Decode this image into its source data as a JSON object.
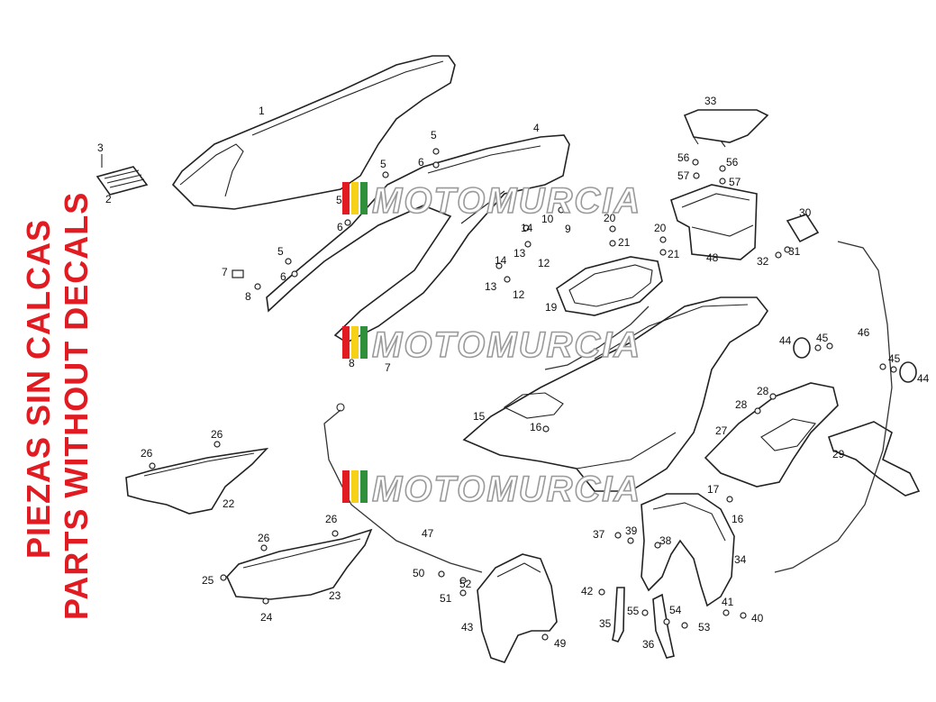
{
  "titles": {
    "line1": "PIEZAS SIN CALCAS",
    "line2": "PARTS WITHOUT DECALS"
  },
  "watermark": {
    "text": "MOTOMURCIA",
    "color": "#9a9a9a",
    "stripes": [
      "#e21b23",
      "#f7d117",
      "#2f8f3a"
    ]
  },
  "accent_color": "#e01b22",
  "callouts": [
    {
      "id": "c1",
      "text": "1"
    },
    {
      "id": "c2",
      "text": "2"
    },
    {
      "id": "c3",
      "text": "3"
    },
    {
      "id": "c4",
      "text": "4"
    },
    {
      "id": "c5a",
      "text": "5"
    },
    {
      "id": "c5b",
      "text": "5"
    },
    {
      "id": "c5c",
      "text": "5"
    },
    {
      "id": "c5d",
      "text": "5"
    },
    {
      "id": "c6a",
      "text": "6"
    },
    {
      "id": "c6b",
      "text": "6"
    },
    {
      "id": "c6c",
      "text": "6"
    },
    {
      "id": "c7a",
      "text": "7"
    },
    {
      "id": "c7b",
      "text": "7"
    },
    {
      "id": "c8a",
      "text": "8"
    },
    {
      "id": "c8b",
      "text": "8"
    },
    {
      "id": "c9",
      "text": "9"
    },
    {
      "id": "c10",
      "text": "10"
    },
    {
      "id": "c12a",
      "text": "12"
    },
    {
      "id": "c12b",
      "text": "12"
    },
    {
      "id": "c13a",
      "text": "13"
    },
    {
      "id": "c13b",
      "text": "13"
    },
    {
      "id": "c14a",
      "text": "14"
    },
    {
      "id": "c14b",
      "text": "14"
    },
    {
      "id": "c15",
      "text": "15"
    },
    {
      "id": "c16a",
      "text": "16"
    },
    {
      "id": "c16b",
      "text": "16"
    },
    {
      "id": "c17",
      "text": "17"
    },
    {
      "id": "c19",
      "text": "19"
    },
    {
      "id": "c20a",
      "text": "20"
    },
    {
      "id": "c20b",
      "text": "20"
    },
    {
      "id": "c21a",
      "text": "21"
    },
    {
      "id": "c21b",
      "text": "21"
    },
    {
      "id": "c22",
      "text": "22"
    },
    {
      "id": "c23",
      "text": "23"
    },
    {
      "id": "c24",
      "text": "24"
    },
    {
      "id": "c25",
      "text": "25"
    },
    {
      "id": "c26a",
      "text": "26"
    },
    {
      "id": "c26b",
      "text": "26"
    },
    {
      "id": "c26c",
      "text": "26"
    },
    {
      "id": "c26d",
      "text": "26"
    },
    {
      "id": "c27",
      "text": "27"
    },
    {
      "id": "c28a",
      "text": "28"
    },
    {
      "id": "c28b",
      "text": "28"
    },
    {
      "id": "c29",
      "text": "29"
    },
    {
      "id": "c30",
      "text": "30"
    },
    {
      "id": "c31",
      "text": "31"
    },
    {
      "id": "c32",
      "text": "32"
    },
    {
      "id": "c33",
      "text": "33"
    },
    {
      "id": "c34",
      "text": "34"
    },
    {
      "id": "c35",
      "text": "35"
    },
    {
      "id": "c36",
      "text": "36"
    },
    {
      "id": "c37",
      "text": "37"
    },
    {
      "id": "c38",
      "text": "38"
    },
    {
      "id": "c39",
      "text": "39"
    },
    {
      "id": "c40",
      "text": "40"
    },
    {
      "id": "c41",
      "text": "41"
    },
    {
      "id": "c42",
      "text": "42"
    },
    {
      "id": "c43",
      "text": "43"
    },
    {
      "id": "c44a",
      "text": "44"
    },
    {
      "id": "c44b",
      "text": "44"
    },
    {
      "id": "c45a",
      "text": "45"
    },
    {
      "id": "c45b",
      "text": "45"
    },
    {
      "id": "c46",
      "text": "46"
    },
    {
      "id": "c47",
      "text": "47"
    },
    {
      "id": "c48",
      "text": "48"
    },
    {
      "id": "c49",
      "text": "49"
    },
    {
      "id": "c50",
      "text": "50"
    },
    {
      "id": "c51",
      "text": "51"
    },
    {
      "id": "c52",
      "text": "52"
    },
    {
      "id": "c53",
      "text": "53"
    },
    {
      "id": "c54",
      "text": "54"
    },
    {
      "id": "c55",
      "text": "55"
    },
    {
      "id": "c56a",
      "text": "56"
    },
    {
      "id": "c56b",
      "text": "56"
    },
    {
      "id": "c57a",
      "text": "57"
    },
    {
      "id": "c57b",
      "text": "57"
    }
  ]
}
